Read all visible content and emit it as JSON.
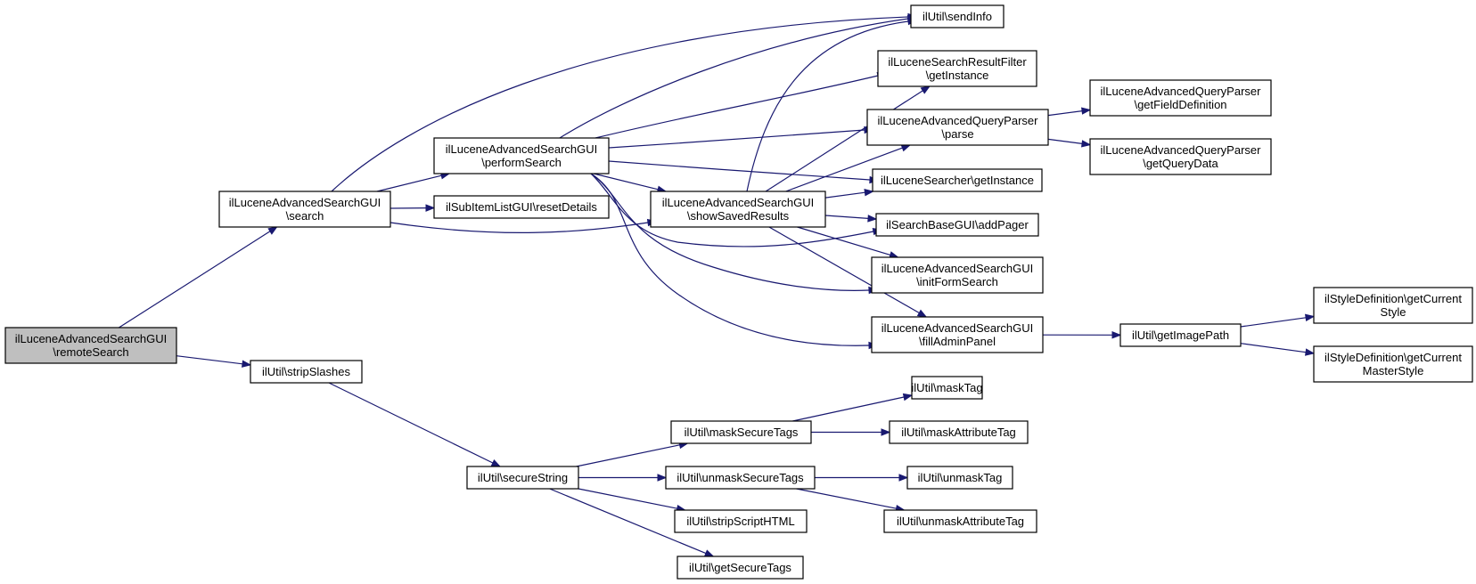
{
  "nodes": {
    "remoteSearch": {
      "lines": [
        "ilLuceneAdvancedSearchGUI",
        "\\remoteSearch"
      ],
      "root": true
    },
    "search": {
      "lines": [
        "ilLuceneAdvancedSearchGUI",
        "\\search"
      ]
    },
    "stripSlashes": {
      "lines": [
        "ilUtil\\stripSlashes"
      ]
    },
    "performSearch": {
      "lines": [
        "ilLuceneAdvancedSearchGUI",
        "\\performSearch"
      ]
    },
    "resetDetails": {
      "lines": [
        "ilSubItemListGUI\\resetDetails"
      ]
    },
    "showSavedResults": {
      "lines": [
        "ilLuceneAdvancedSearchGUI",
        "\\showSavedResults"
      ]
    },
    "sendInfo": {
      "lines": [
        "ilUtil\\sendInfo"
      ]
    },
    "filterGetInstance": {
      "lines": [
        "ilLuceneSearchResultFilter",
        "\\getInstance"
      ]
    },
    "parse": {
      "lines": [
        "ilLuceneAdvancedQueryParser",
        "\\parse"
      ]
    },
    "searcherGetInstance": {
      "lines": [
        "ilLuceneSearcher\\getInstance"
      ]
    },
    "addPager": {
      "lines": [
        "ilSearchBaseGUI\\addPager"
      ]
    },
    "initFormSearch": {
      "lines": [
        "ilLuceneAdvancedSearchGUI",
        "\\initFormSearch"
      ]
    },
    "fillAdminPanel": {
      "lines": [
        "ilLuceneAdvancedSearchGUI",
        "\\fillAdminPanel"
      ]
    },
    "getFieldDefinition": {
      "lines": [
        "ilLuceneAdvancedQueryParser",
        "\\getFieldDefinition"
      ]
    },
    "getQueryData": {
      "lines": [
        "ilLuceneAdvancedQueryParser",
        "\\getQueryData"
      ]
    },
    "getImagePath": {
      "lines": [
        "ilUtil\\getImagePath"
      ]
    },
    "getCurrentStyle": {
      "lines": [
        "ilStyleDefinition\\getCurrent",
        "Style"
      ]
    },
    "getCurrentMasterStyle": {
      "lines": [
        "ilStyleDefinition\\getCurrent",
        "MasterStyle"
      ]
    },
    "secureString": {
      "lines": [
        "ilUtil\\secureString"
      ]
    },
    "maskSecureTags": {
      "lines": [
        "ilUtil\\maskSecureTags"
      ]
    },
    "unmaskSecureTags": {
      "lines": [
        "ilUtil\\unmaskSecureTags"
      ]
    },
    "stripScriptHTML": {
      "lines": [
        "ilUtil\\stripScriptHTML"
      ]
    },
    "getSecureTags": {
      "lines": [
        "ilUtil\\getSecureTags"
      ]
    },
    "maskTag": {
      "lines": [
        "ilUtil\\maskTag"
      ]
    },
    "maskAttributeTag": {
      "lines": [
        "ilUtil\\maskAttributeTag"
      ]
    },
    "unmaskTag": {
      "lines": [
        "ilUtil\\unmaskTag"
      ]
    },
    "unmaskAttributeTag": {
      "lines": [
        "ilUtil\\unmaskAttributeTag"
      ]
    }
  },
  "edges": [
    [
      "remoteSearch",
      "search"
    ],
    [
      "remoteSearch",
      "stripSlashes"
    ],
    [
      "search",
      "sendInfo"
    ],
    [
      "search",
      "performSearch"
    ],
    [
      "search",
      "resetDetails"
    ],
    [
      "search",
      "showSavedResults"
    ],
    [
      "performSearch",
      "sendInfo"
    ],
    [
      "performSearch",
      "filterGetInstance"
    ],
    [
      "performSearch",
      "parse"
    ],
    [
      "performSearch",
      "searcherGetInstance"
    ],
    [
      "performSearch",
      "showSavedResults"
    ],
    [
      "performSearch",
      "addPager"
    ],
    [
      "performSearch",
      "initFormSearch"
    ],
    [
      "performSearch",
      "fillAdminPanel"
    ],
    [
      "showSavedResults",
      "sendInfo"
    ],
    [
      "showSavedResults",
      "filterGetInstance"
    ],
    [
      "showSavedResults",
      "parse"
    ],
    [
      "showSavedResults",
      "searcherGetInstance"
    ],
    [
      "showSavedResults",
      "addPager"
    ],
    [
      "showSavedResults",
      "initFormSearch"
    ],
    [
      "showSavedResults",
      "fillAdminPanel"
    ],
    [
      "parse",
      "getFieldDefinition"
    ],
    [
      "parse",
      "getQueryData"
    ],
    [
      "fillAdminPanel",
      "getImagePath"
    ],
    [
      "getImagePath",
      "getCurrentStyle"
    ],
    [
      "getImagePath",
      "getCurrentMasterStyle"
    ],
    [
      "stripSlashes",
      "secureString"
    ],
    [
      "secureString",
      "maskSecureTags"
    ],
    [
      "secureString",
      "unmaskSecureTags"
    ],
    [
      "secureString",
      "stripScriptHTML"
    ],
    [
      "secureString",
      "getSecureTags"
    ],
    [
      "maskSecureTags",
      "maskTag"
    ],
    [
      "maskSecureTags",
      "maskAttributeTag"
    ],
    [
      "unmaskSecureTags",
      "unmaskTag"
    ],
    [
      "unmaskSecureTags",
      "unmaskAttributeTag"
    ]
  ]
}
